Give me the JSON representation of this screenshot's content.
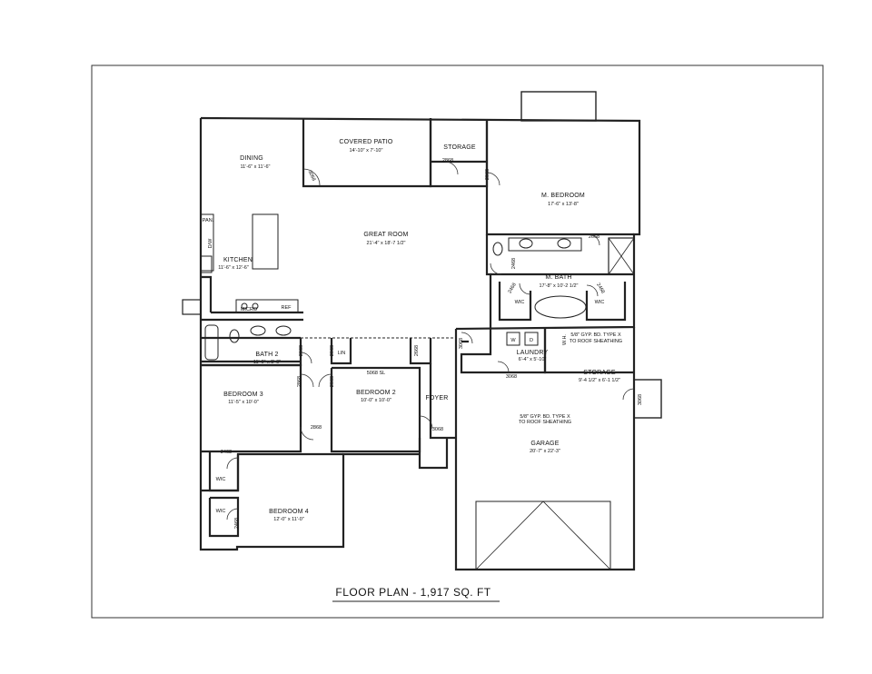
{
  "title": "FLOOR PLAN - 1,917 SQ. FT",
  "rooms": {
    "dining": {
      "name": "DINING",
      "dim": "11'-6\" x 11'-6\""
    },
    "covered_patio": {
      "name": "COVERED PATIO",
      "dim": "14'-10\" x 7'-10\""
    },
    "storage_top": {
      "name": "STORAGE"
    },
    "m_bedroom": {
      "name": "M. BEDROOM",
      "dim": "17'-6\" x 13'-8\""
    },
    "great_room": {
      "name": "GREAT ROOM",
      "dim": "21'-4\" x 18'-7 1/2\""
    },
    "kitchen": {
      "name": "KITCHEN",
      "dim": "11'-6\" x 12'-6\""
    },
    "pan": {
      "name": "PAN."
    },
    "dw": {
      "name": "D/W"
    },
    "micro": {
      "name": "MICRO"
    },
    "ref": {
      "name": "REF"
    },
    "m_bath": {
      "name": "M. BATH",
      "dim": "17'-8\" x 10'-2 1/2\""
    },
    "wic_mbath_left": {
      "name": "WIC"
    },
    "wic_mbath_right": {
      "name": "WIC"
    },
    "bath2": {
      "name": "BATH 2",
      "dim": "11'-6\" x 5'-0\""
    },
    "lin": {
      "name": "LIN"
    },
    "laundry": {
      "name": "LAUNDRY",
      "dim": "6'-4\" x 5'-10\""
    },
    "storage_garage": {
      "name": "STORAGE",
      "dim": "9'-4 1/2\" x 6'-1 1/2\""
    },
    "bedroom3": {
      "name": "BEDROOM 3",
      "dim": "11'-5\" x 10'-0\""
    },
    "bedroom2": {
      "name": "BEDROOM 2",
      "dim": "10'-0\" x 10'-0\""
    },
    "foyer": {
      "name": "FOYER"
    },
    "garage": {
      "name": "GARAGE",
      "dim": "20'-7\" x 22'-3\""
    },
    "wic_bed3": {
      "name": "WIC"
    },
    "wic_bed4": {
      "name": "WIC"
    },
    "bedroom4": {
      "name": "BEDROOM 4",
      "dim": "12'-0\" x 11'-0\""
    }
  },
  "notes": {
    "gyp_top_line1": "5/8\" GYP. BD. TYPE X",
    "gyp_top_line2": "TO ROOF SHEATHING",
    "gyp_garage_line1": "5/8\" GYP. BD. TYPE X",
    "gyp_garage_line2": "TO ROOF SHEATHING",
    "slider": "5068 SL",
    "washer": "W",
    "dryer": "D",
    "water_heater": "W.H."
  },
  "doors": {
    "patio": "3068",
    "storage": "2868",
    "m_bed": "2868",
    "m_bed_hall": "2668",
    "m_bath_left": "2468",
    "m_bath_wic_left": "2468",
    "m_bath_wic_right": "2468",
    "bath2": "2868",
    "lin": "2068",
    "bed2": "2868",
    "hall_closet": "2668",
    "bed3": "2868",
    "bed3_hall": "2868",
    "bed3_wic": "2468",
    "bed4_wic": "2468",
    "laundry": "3068",
    "garage_entry": "3068",
    "foyer": "3068",
    "garage_side": "3068"
  }
}
